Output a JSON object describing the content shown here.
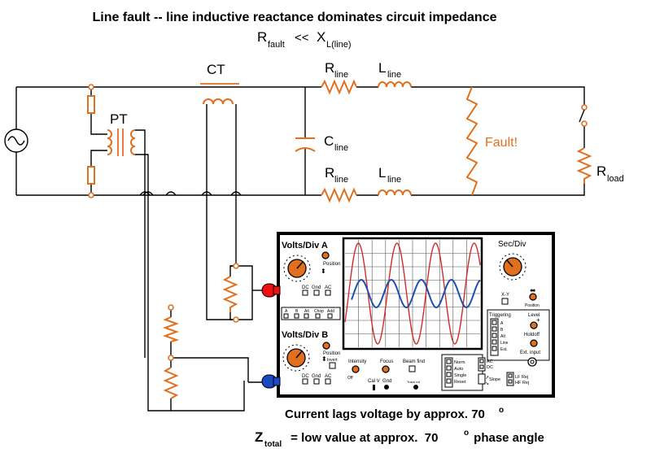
{
  "title": "Line fault -- line inductive reactance dominates circuit impedance",
  "condition": {
    "r": "R",
    "r_sub": "fault",
    "op": "<<",
    "x": "X",
    "x_sub": "L(line)"
  },
  "labels": {
    "ct": "CT",
    "pt": "PT",
    "r_line_top": {
      "main": "R",
      "sub": "line"
    },
    "l_line_top": {
      "main": "L",
      "sub": "line"
    },
    "c_line": {
      "main": "C",
      "sub": "line"
    },
    "r_line_bot": {
      "main": "R",
      "sub": "line"
    },
    "l_line_bot": {
      "main": "L",
      "sub": "line"
    },
    "fault": "Fault!",
    "r_load": {
      "main": "R",
      "sub": "load"
    }
  },
  "scope": {
    "volts_div_a": "Volts/Div A",
    "volts_div_b": "Volts/Div B",
    "sec_div": "Sec/Div",
    "position": "Position",
    "coupling": [
      "DC",
      "Gnd",
      "AC"
    ],
    "modes": [
      "A",
      "B",
      "Alt",
      "Chop",
      "Add"
    ],
    "invert": "Invert",
    "intensity": "Intensity",
    "off": "Off",
    "focus": "Focus",
    "beam_find": "Beam find",
    "cal_v": "Cal V",
    "gnd": "Gnd",
    "trace_rot": "Trace rot",
    "xy": "X-Y",
    "triggering": "Triggering",
    "trig_sources": [
      "A",
      "B",
      "Alt",
      "Line",
      "Ext."
    ],
    "level": "Level",
    "holdoff": "Holdoff",
    "ext_input": "Ext. input",
    "sweep_modes": [
      "Norm",
      "Auto",
      "Single",
      "Reset"
    ],
    "trig_coupling": [
      "AC",
      "DC"
    ],
    "slope": "Slope",
    "filters": [
      "LF Rej",
      "HF Rej"
    ]
  },
  "caption1": {
    "text": "Current lags voltage by approx. 70",
    "sup": "o"
  },
  "caption2": {
    "z": "Z",
    "z_sub": "total",
    "text": " = low value at approx.  70",
    "sup": "o",
    "tail": " phase angle"
  },
  "colors": {
    "wire": "#000000",
    "component": "#e0701e",
    "voltage_trace": "#d42a2a",
    "current_trace": "#1f4fb0",
    "probe_a": "#e11",
    "probe_b": "#1b49c4"
  },
  "waveforms": {
    "voltage_cycles": 3.5,
    "current_cycles": 4.5,
    "phase_lag_deg": 70
  }
}
